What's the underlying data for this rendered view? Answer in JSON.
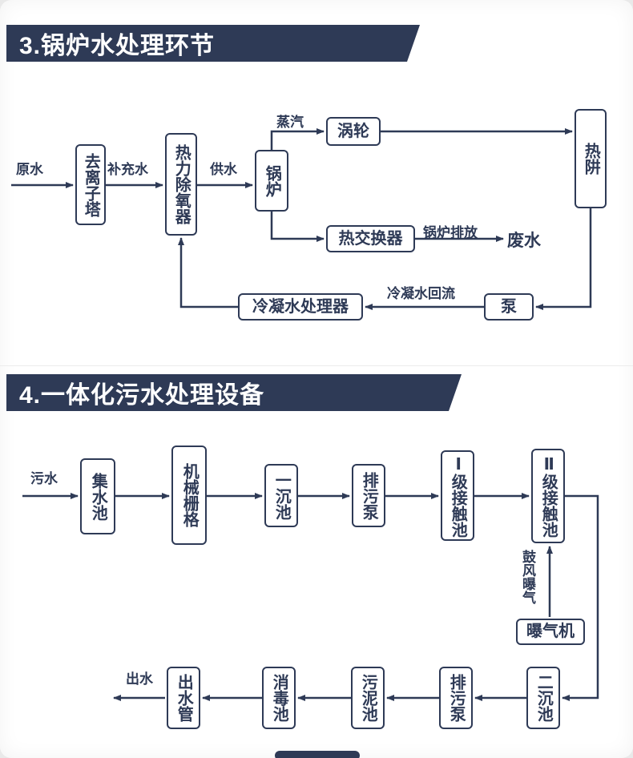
{
  "page": {
    "section1_title": "3.锅炉水处理环节",
    "section2_title": "4.一体化污水处理设备"
  },
  "colors": {
    "navy": "#2e3a56",
    "banner_text": "#ffffff",
    "paper": "#ffffff"
  },
  "flow1": {
    "nodes": {
      "deion_tower": "去离子塔",
      "deaerator": "热力除氧器",
      "boiler": "锅炉",
      "turbine": "涡轮",
      "heat_sink": "热阱",
      "heat_exchanger": "热交换器",
      "pump": "泵",
      "condensate_processor": "冷凝水处理器"
    },
    "labels": {
      "raw_water": "原水",
      "makeup_water": "补充水",
      "supply_water": "供水",
      "steam": "蒸汽",
      "boiler_discharge": "锅炉排放",
      "waste_water": "废水",
      "condensate_return": "冷凝水回流"
    }
  },
  "flow2": {
    "nodes": {
      "collect_tank": "集水池",
      "mech_grid": "机械栅格",
      "primary_sed": "一沉池",
      "sewage_pump1": "排污泵",
      "contact1": "Ⅰ级接触池",
      "contact2": "Ⅱ级接触池",
      "aerator": "曝气机",
      "secondary_sed": "二沉池",
      "sewage_pump2": "排污泵",
      "sludge_tank": "污泥池",
      "disinfect_tank": "消毒池",
      "outlet_pipe": "出水管"
    },
    "labels": {
      "sewage": "污水",
      "blast_aeration": "鼓风曝气",
      "out_water": "出水"
    }
  }
}
